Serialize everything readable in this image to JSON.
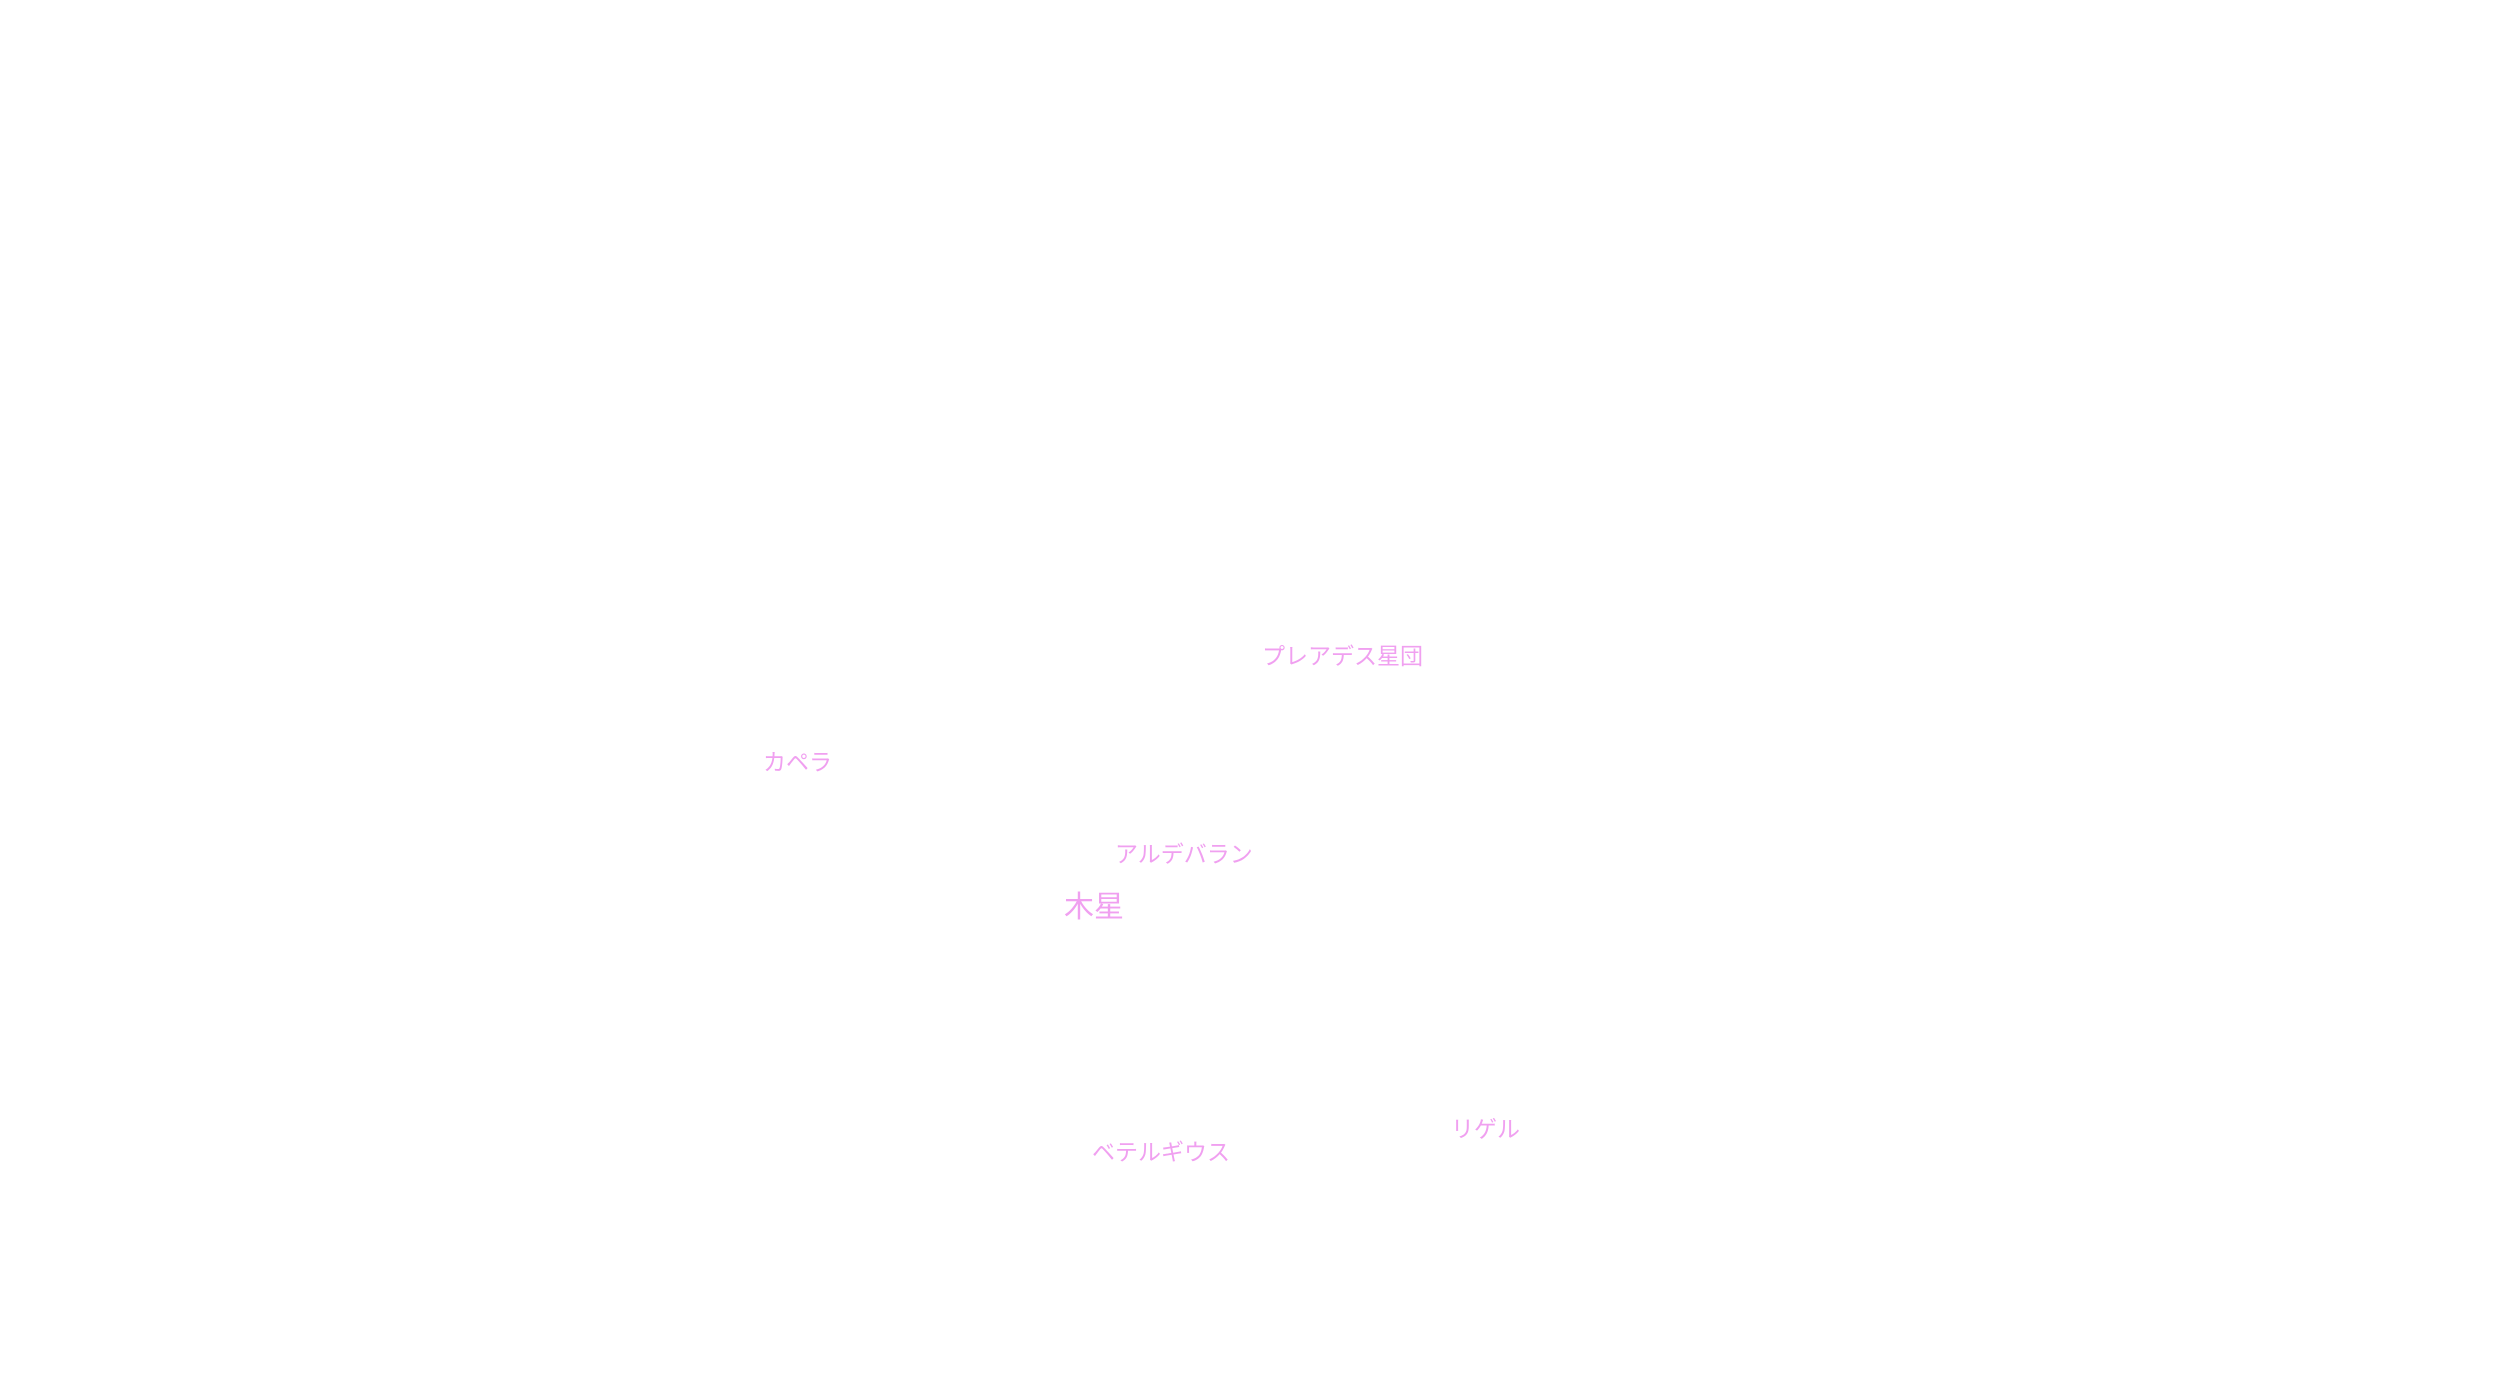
{
  "labels": {
    "pleiades": "プレアデス星団",
    "capella": "カペラ",
    "aldebaran": "アルデバラン",
    "jupiter": "木星",
    "rigel": "リゲル",
    "betelgeuse": "ベテルギウス"
  },
  "colors": {
    "background": "#ffffff",
    "label": "#f0a0f0"
  }
}
